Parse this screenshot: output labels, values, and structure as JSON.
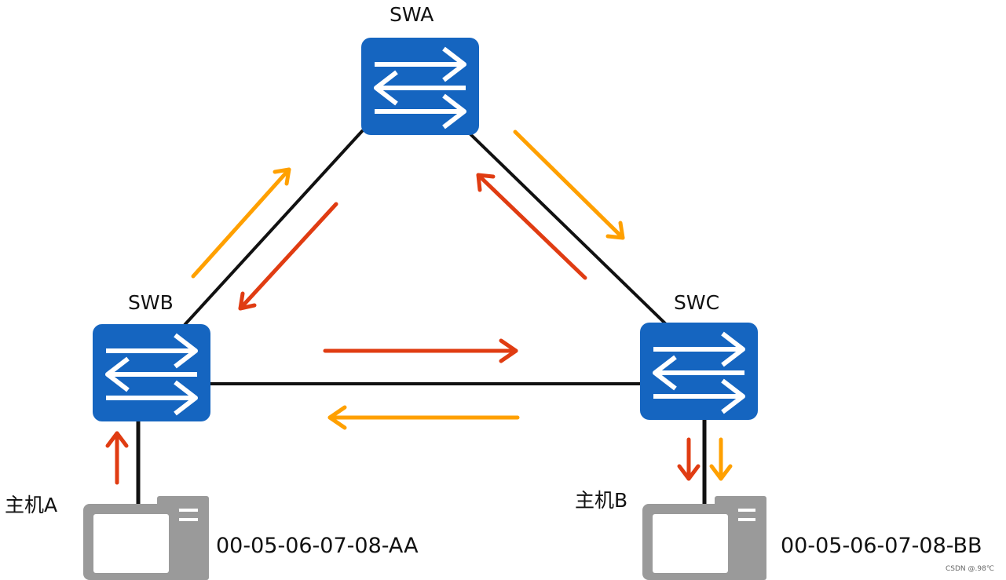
{
  "switches": [
    {
      "id": "swa",
      "label": "SWA"
    },
    {
      "id": "swb",
      "label": "SWB"
    },
    {
      "id": "swc",
      "label": "SWC"
    }
  ],
  "hosts": [
    {
      "id": "host-a",
      "label": "主机A",
      "mac": "00-05-06-07-08-AA"
    },
    {
      "id": "host-b",
      "label": "主机B",
      "mac": "00-05-06-07-08-BB"
    }
  ],
  "colors": {
    "switch_body": "#1565c0",
    "link": "#111111",
    "arrow_red": "#e03c12",
    "arrow_orange": "#ffa000",
    "host_gray": "#9a9a9a"
  },
  "watermark": "CSDN @.98℃"
}
